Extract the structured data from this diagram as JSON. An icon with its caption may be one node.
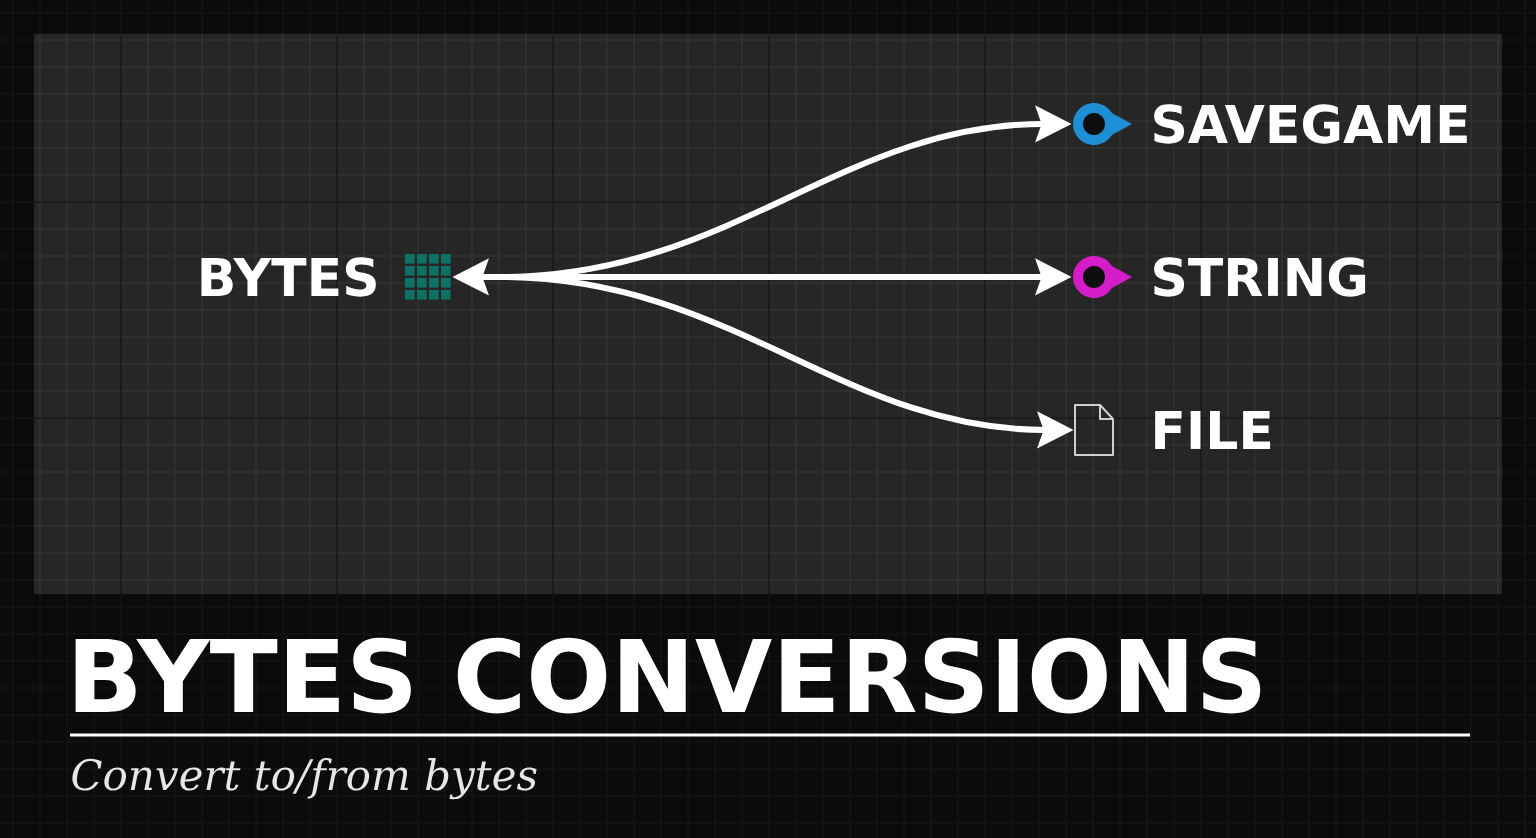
{
  "diagram": {
    "title": "BYTES CONVERSIONS",
    "caption": "Convert to/from bytes",
    "nodes": [
      {
        "text": [],
        "shape": "picture",
        "beside": [
          "BYTES"
        ]
      },
      {
        "text": [],
        "shape": "circle",
        "beside": [
          "SAVEGAME"
        ]
      },
      {
        "text": [],
        "shape": "circle",
        "beside": [
          "STRING"
        ]
      },
      {
        "text": [],
        "shape": "picture",
        "beside": [
          "FILE"
        ]
      }
    ],
    "edges": [
      {
        "from": 0,
        "to": 1,
        "arrow": "both"
      },
      {
        "from": 0,
        "to": 2,
        "arrow": "both"
      },
      {
        "from": 0,
        "to": 3,
        "arrow": "both"
      }
    ]
  }
}
